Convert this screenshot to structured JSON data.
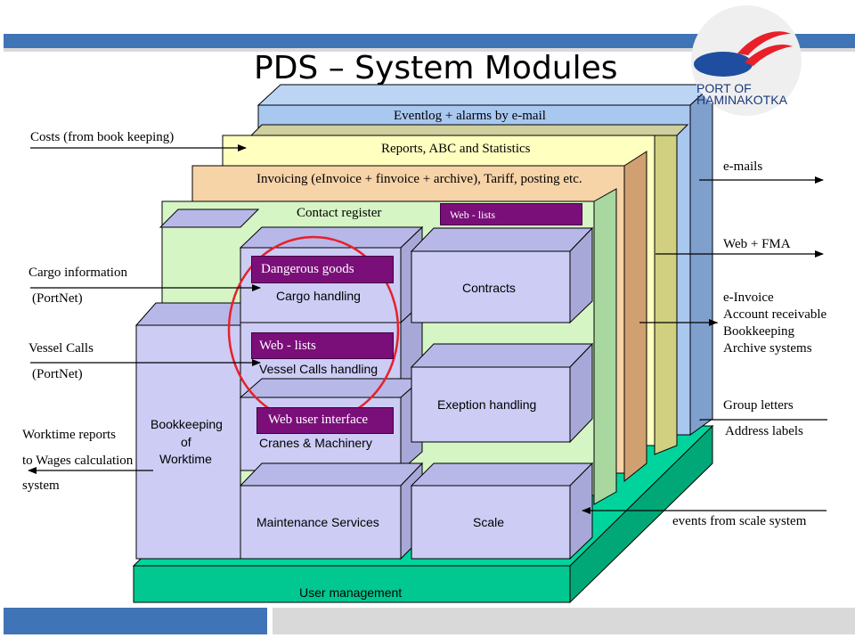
{
  "title": "PDS – System Modules",
  "logo": {
    "line1": "PORT OF",
    "line2": "HAMINAKOTKA"
  },
  "layers": {
    "eventlog": "Eventlog + alarms by e-mail",
    "reports": "Reports, ABC and Statistics",
    "invoicing": "Invoicing (eInvoice + finvoice + archive), Tariff, posting etc.",
    "contact_register": "Contact register",
    "web_lists_top": "Web - lists"
  },
  "modules": {
    "dangerous_goods": "Dangerous goods",
    "cargo_handling": "Cargo handling",
    "web_lists": "Web - lists",
    "vessel_calls_handling": "Vessel Calls handling",
    "contracts": "Contracts",
    "web_user_interface": "Web user interface",
    "cranes_machinery": "Cranes & Machinery",
    "exeption_handling": "Exeption handling",
    "bookkeeping_worktime": [
      "Bookkeeping",
      "of",
      "Worktime"
    ],
    "maintenance_services": "Maintenance Services",
    "scale": "Scale",
    "user_management": "User management"
  },
  "left_inputs": {
    "costs": "Costs (from book keeping)",
    "cargo_info": "Cargo information",
    "portnet1": "(PortNet)",
    "vessel_calls": "Vessel Calls",
    "portnet2": "(PortNet)",
    "worktime_reports": "Worktime reports",
    "to_wages": "to Wages calculation",
    "system": "system"
  },
  "right_outputs": {
    "emails": "e-mails",
    "web_fma": "Web + FMA",
    "einvoice": "e-Invoice",
    "account_receivable": "Account receivable",
    "bookkeeping": "Bookkeeping",
    "archive_systems": "Archive systems",
    "group_letters": "Group letters",
    "address_labels": "Address labels",
    "scale_events": "events from scale system"
  },
  "colors": {
    "blue_bar": "#3f74b6",
    "grey_bar": "#d9d9d9",
    "module_face": "#ccccf5",
    "module_side": "#a8a8d8",
    "base_green": "#00c890",
    "highlight_circle": "#e8202a",
    "purple": "#7a0f7a"
  }
}
